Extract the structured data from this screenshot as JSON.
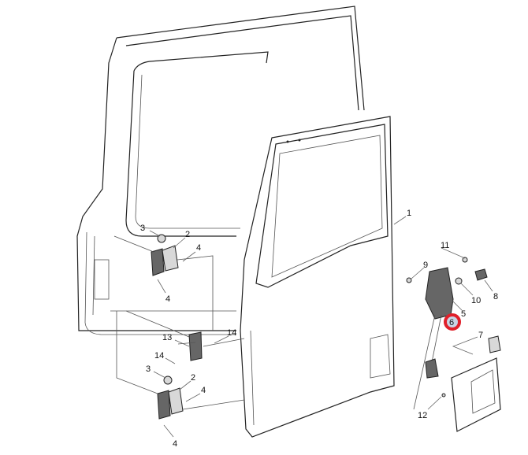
{
  "diagram": {
    "title": "Door, hinges and lock exploded view",
    "highlight_color": "#e0202a",
    "callouts": {
      "c1": "1",
      "c2_top": "2",
      "c3_top": "3",
      "c4_top_right": "4",
      "c4_top_lower": "4",
      "c13": "13",
      "c14_right": "14",
      "c14_left": "14",
      "c3_bottom": "3",
      "c2_bottom": "2",
      "c4_bottom_right": "4",
      "c4_bottom": "4",
      "c11": "11",
      "c9": "9",
      "c10": "10",
      "c8": "8",
      "c5": "5",
      "c6": "6",
      "c7": "7",
      "c12": "12"
    }
  }
}
